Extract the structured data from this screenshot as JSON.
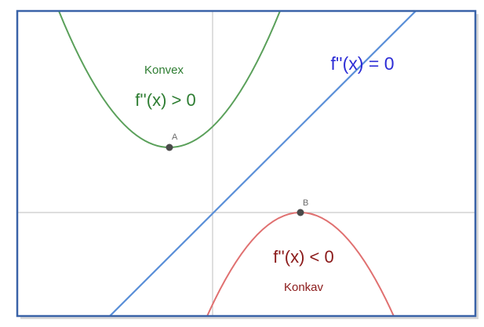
{
  "labels": {
    "convex_title": "Konvex",
    "convex_condition": "f''(x) > 0",
    "zero_condition": "f''(x) = 0",
    "concave_condition": "f''(x) < 0",
    "concave_title": "Konkav",
    "point_a": "A",
    "point_b": "B"
  },
  "colors": {
    "frame": "#3a63a8",
    "axis": "#bdbdbd",
    "convex": "#2e7d32",
    "convex_curve": "#5aa05a",
    "zero": "#2d2dd6",
    "zero_line": "#5a8fd8",
    "concave": "#8b1a1a",
    "concave_curve": "#e07070",
    "point": "#4a4a4a",
    "point_label": "#6a6a6a"
  }
}
